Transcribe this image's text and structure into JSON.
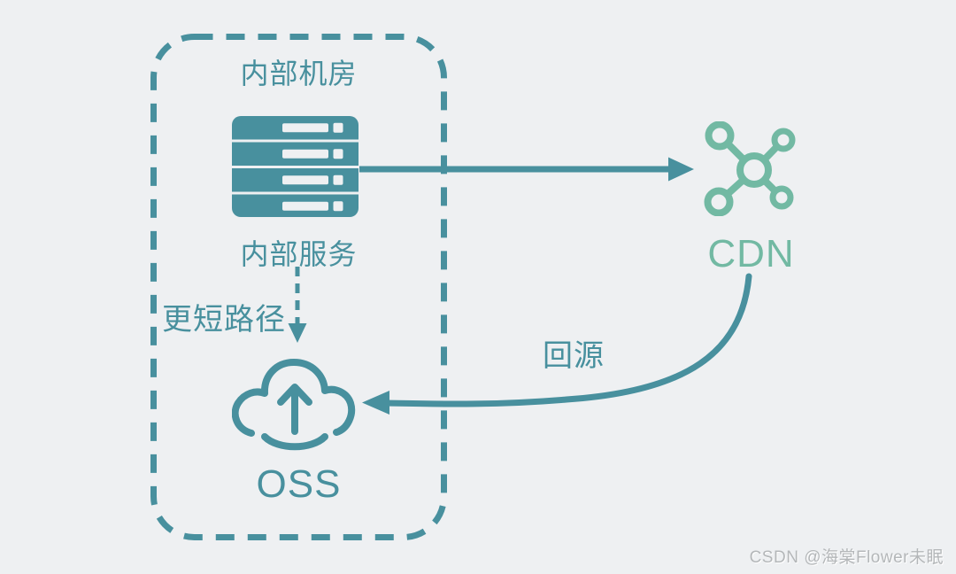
{
  "colors": {
    "teal": "#48909E",
    "seafoam": "#72B9A3",
    "background": "#EEF0F2",
    "watermark_gray": "#B4B7B9"
  },
  "labels": {
    "group": "内部机房",
    "server": "内部服务",
    "shorter_path": "更短路径",
    "oss": "OSS",
    "cdn": "CDN",
    "back_to_origin": "回源"
  },
  "icons": {
    "server": "server-rack-icon",
    "cdn": "cdn-network-icon",
    "oss": "oss-cloud-upload-icon"
  },
  "watermark": {
    "text": "CSDN @海棠Flower未眠"
  }
}
